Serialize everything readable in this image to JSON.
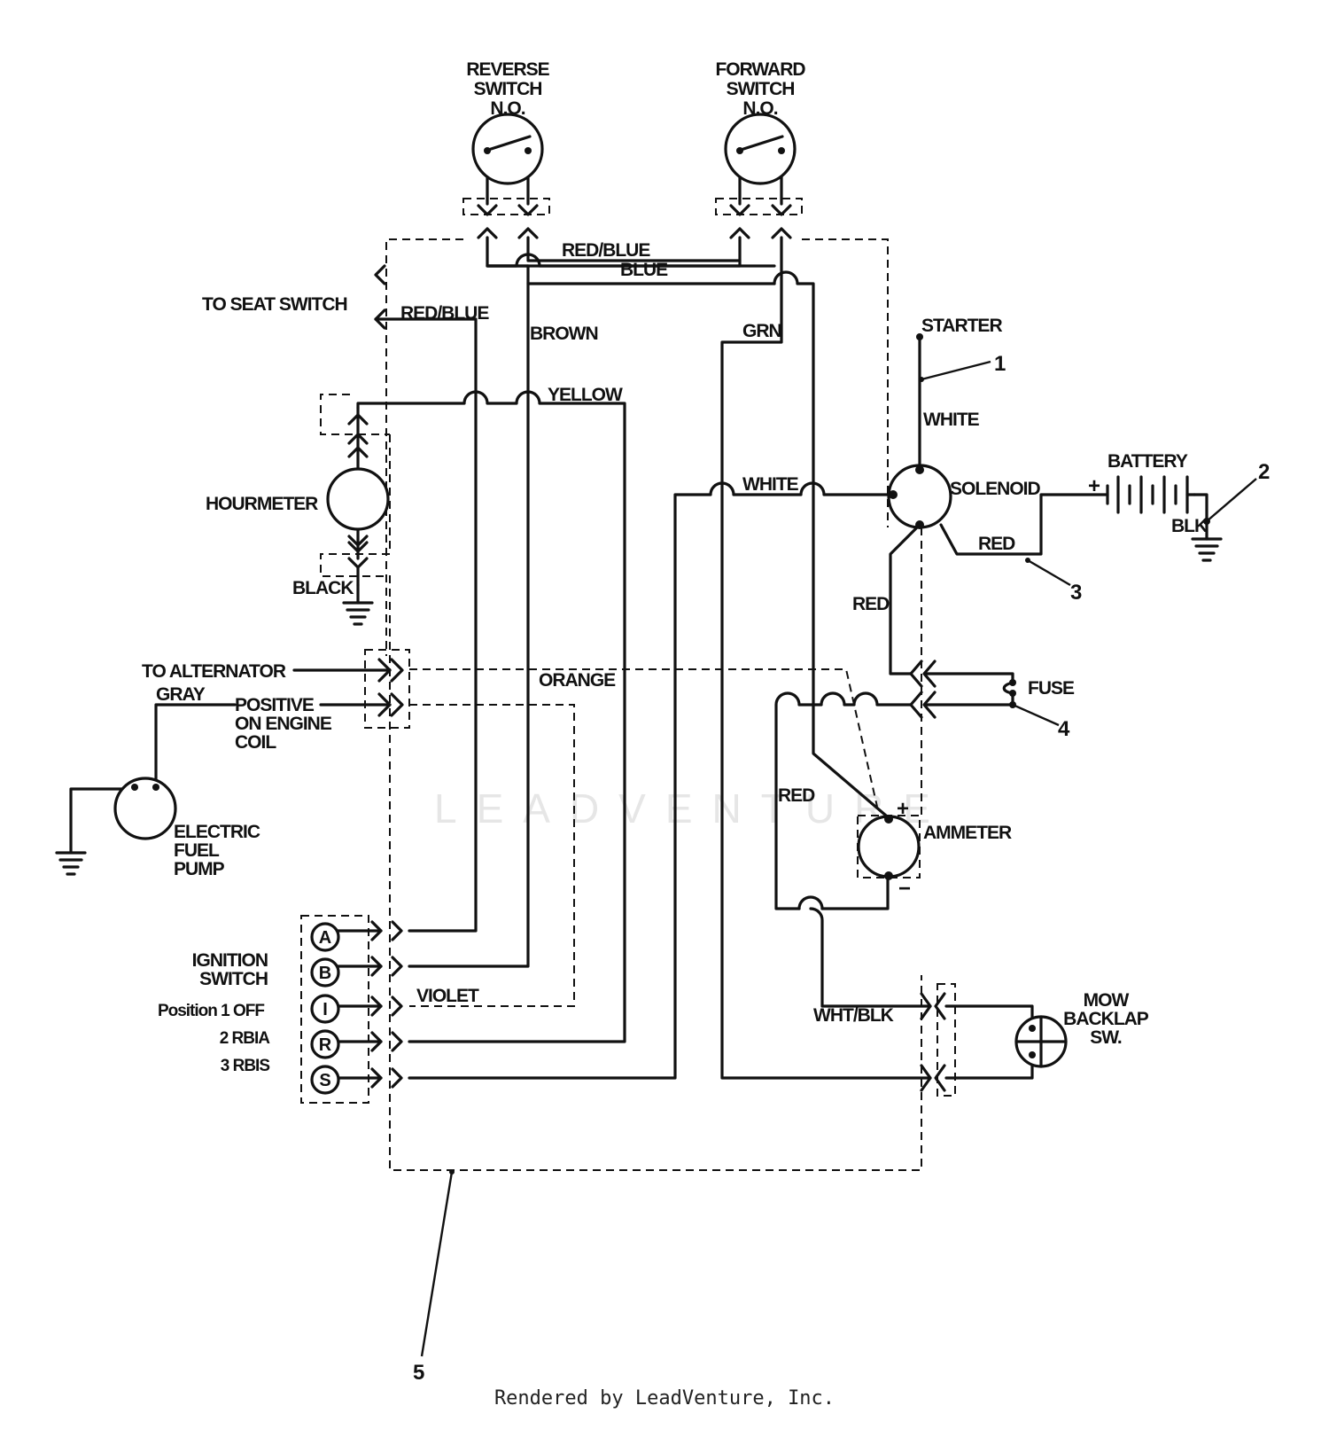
{
  "components": {
    "reverse_switch": [
      "REVERSE",
      "SWITCH",
      "N.O."
    ],
    "forward_switch": [
      "FORWARD",
      "SWITCH",
      "N.O."
    ],
    "seat_switch": "TO SEAT SWITCH",
    "starter": "STARTER",
    "solenoid": "SOLENOID",
    "battery": "BATTERY",
    "battery_plus": "+",
    "hourmeter": "HOURMETER",
    "fuse": "FUSE",
    "ammeter": "AMMETER",
    "ammeter_plus": "+",
    "ammeter_minus": "−",
    "to_alternator": "TO ALTERNATOR",
    "positive_coil": [
      "POSITIVE",
      "ON ENGINE",
      "COIL"
    ],
    "fuel_pump": [
      "ELECTRIC",
      "FUEL",
      "PUMP"
    ],
    "ignition_switch": [
      "IGNITION",
      "SWITCH"
    ],
    "ignition_positions": [
      "Position 1 OFF",
      "2 RBIA",
      "3 RBIS"
    ],
    "ignition_terminals": [
      "A",
      "B",
      "I",
      "R",
      "S"
    ],
    "mow_backlap": [
      "MOW",
      "BACKLAP",
      "SW."
    ]
  },
  "wire_labels": {
    "red_blue_top": "RED/BLUE",
    "blue": "BLUE",
    "red_blue": "RED/BLUE",
    "brown": "BROWN",
    "grn": "GRN",
    "yellow": "YELLOW",
    "white_starter": "WHITE",
    "white": "WHITE",
    "red_solenoid": "RED",
    "red_fuse": "RED",
    "blk": "BLK",
    "black": "BLACK",
    "gray": "GRAY",
    "orange": "ORANGE",
    "red_ammeter": "RED",
    "violet": "VIOLET",
    "wht_blk": "WHT/BLK"
  },
  "callouts": [
    "1",
    "2",
    "3",
    "4",
    "5"
  ],
  "watermark": "LEADVENTURE",
  "footer": "Rendered by LeadVenture, Inc."
}
